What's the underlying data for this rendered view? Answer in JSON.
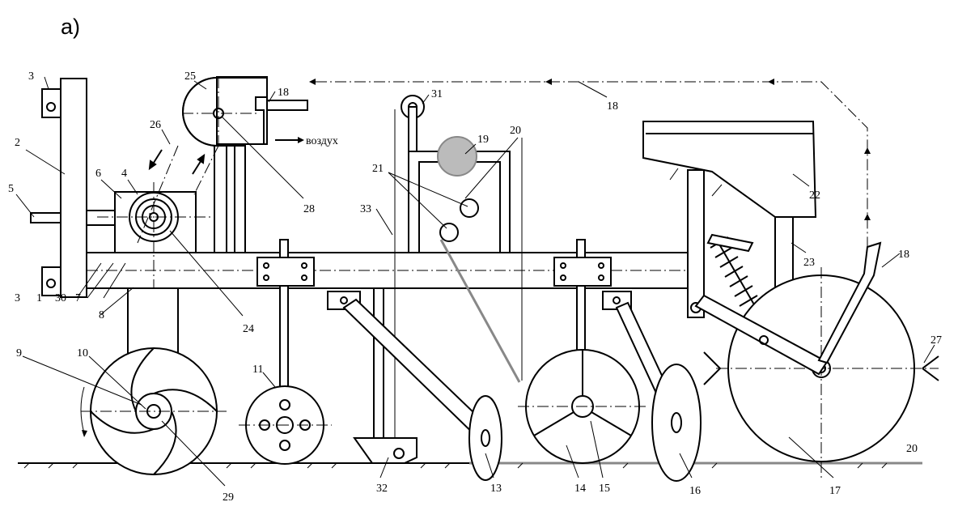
{
  "figure": {
    "panel_label": "а)",
    "air_label": "воздух",
    "arrow_symbol": "→",
    "part_numbers": [
      "1",
      "2",
      "3",
      "3",
      "4",
      "5",
      "6",
      "7",
      "8",
      "9",
      "10",
      "11",
      "13",
      "14",
      "15",
      "16",
      "17",
      "18",
      "18",
      "18",
      "19",
      "20",
      "20",
      "21",
      "22",
      "23",
      "24",
      "25",
      "26",
      "27",
      "28",
      "29",
      "30",
      "31",
      "32",
      "33"
    ]
  },
  "colors": {
    "line": "#000000",
    "grey_part": "#888888",
    "tank_fill": "#bbbbbb"
  }
}
